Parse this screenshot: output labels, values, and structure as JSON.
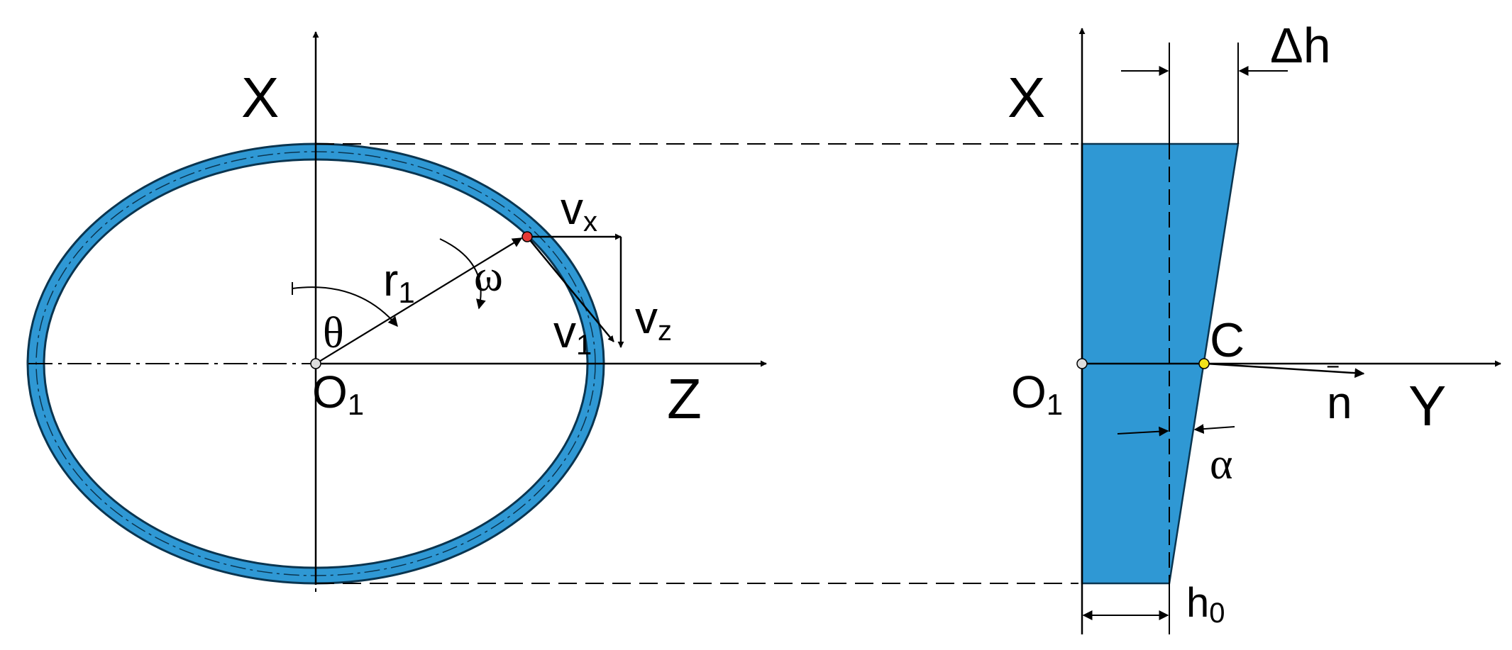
{
  "colors": {
    "ring_fill": "#2f98d4",
    "ring_stroke": "#0a3550",
    "line": "#000000",
    "point_contact": "#e53935",
    "point_origin": "#dddddd",
    "point_c": "#f2e21a"
  },
  "left_view": {
    "axis_x": "X",
    "axis_z": "Z",
    "origin_main": "O",
    "origin_sub": "1",
    "radius_main": "r",
    "radius_sub": "1",
    "theta": "θ",
    "omega": "ω",
    "v_x_main": "v",
    "v_x_sub": "x",
    "v_z_main": "v",
    "v_z_sub": "z",
    "v1_main": "v",
    "v1_sub": "1"
  },
  "right_view": {
    "axis_x": "X",
    "axis_y": "Y",
    "origin_main": "O",
    "origin_sub": "1",
    "point_c": "C",
    "normal": "n",
    "alpha": "α",
    "delta_h": "Δh",
    "h0_main": "h",
    "h0_sub": "0"
  }
}
